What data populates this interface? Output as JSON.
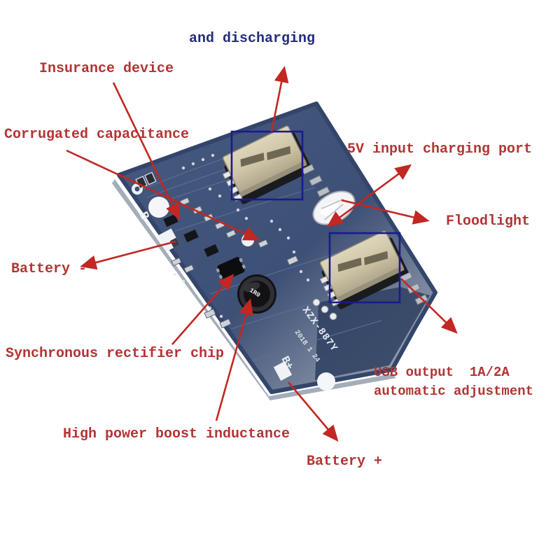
{
  "labels": {
    "discharging": "and discharging",
    "insurance": "Insurance device",
    "corrugated": "Corrugated capacitance",
    "input5v": "5V input charging port",
    "floodlight": "Floodlight",
    "battery_minus": "Battery -",
    "sync_rectifier": "Synchronous rectifier chip",
    "usb_output_line1": "USB output  1A/2A",
    "usb_output_line2": "automatic adjustment",
    "inductance": "High power boost inductance",
    "battery_plus": "Battery +"
  },
  "board": {
    "silk_model": "XZX-887Y",
    "silk_date": "2018 1 24",
    "silk_b_minus": "B-",
    "silk_b_plus": "B+",
    "inductor_marking": "1R0"
  },
  "colors": {
    "label_red": "#b33434",
    "label_navy": "#232d7a",
    "arrow_red": "#c22722",
    "highlight_blue": "#1c1a8e",
    "board_blue": "#3e5176",
    "usb_metal": "#cdc4a6"
  }
}
